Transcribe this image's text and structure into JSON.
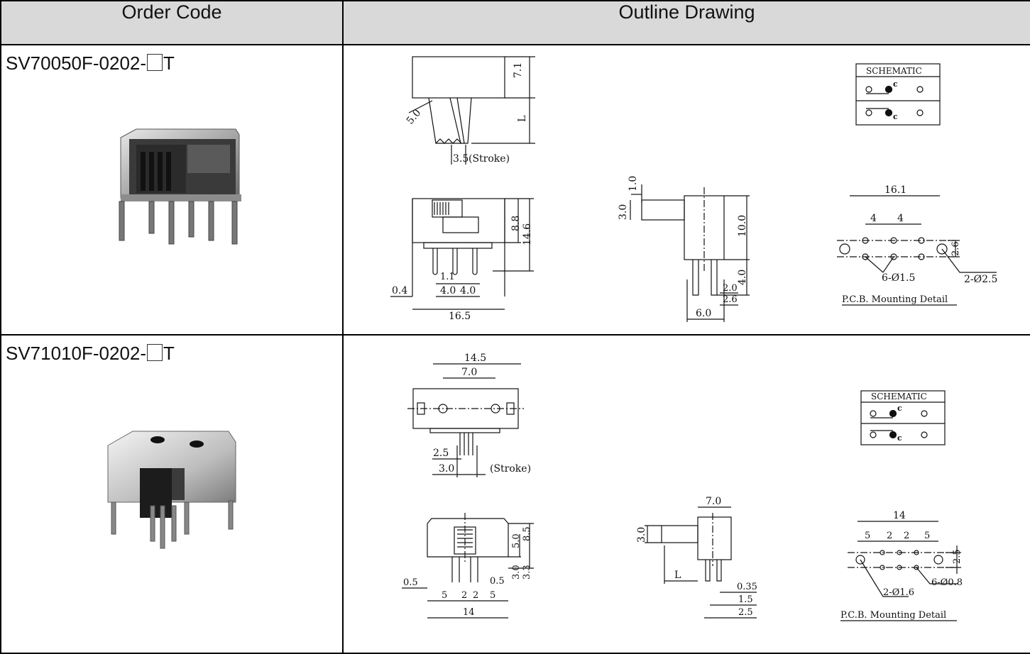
{
  "table": {
    "headers": [
      "Order Code",
      "Outline Drawing"
    ],
    "rows": [
      {
        "code_prefix": "SV70050F-0202-",
        "code_suffix": "T",
        "drawing": {
          "top_dims": {
            "height": "7.1",
            "length": "L",
            "angle": "5.0",
            "stroke_value": "3.5",
            "stroke_label": "(Stroke)"
          },
          "schematic_title": "SCHEMATIC",
          "schematic_c1": "c",
          "schematic_c2": "c",
          "front_dims": {
            "h1": "8.8",
            "h2": "14.6",
            "pitch_small": "1.1",
            "pitch_a": "4.0",
            "pitch_b": "4.0",
            "offset": "0.4",
            "width": "16.5"
          },
          "side_dims": {
            "top": "1.0",
            "act": "3.0",
            "body": "10.0",
            "pin": "4.0",
            "w1": "2.0",
            "w2": "2.6",
            "w3": "6.0"
          },
          "pcb_dims": {
            "overall": "16.1",
            "p1": "4",
            "p2": "4",
            "row": "2.6",
            "holes_small": "6-Ø1.5",
            "holes_large": "2-Ø2.5"
          },
          "pcb_caption": "P.C.B. Mounting Detail"
        }
      },
      {
        "code_prefix": "SV71010F-0202-",
        "code_suffix": "T",
        "drawing": {
          "top_dims": {
            "overall": "14.5",
            "holes": "7.0",
            "d1": "2.5",
            "d2": "3.0",
            "stroke_label": "(Stroke)"
          },
          "schematic_title": "SCHEMATIC",
          "schematic_c1": "c",
          "schematic_c2": "c",
          "front_dims": {
            "h1": "5.0",
            "h2": "8.5",
            "h3": "3.0",
            "h4": "3.3",
            "off_l": "0.5",
            "off_r": "0.5",
            "p1": "5",
            "p2": "2",
            "p3": "2",
            "p4": "5",
            "width": "14"
          },
          "side_dims": {
            "top": "7.0",
            "act": "3.0",
            "length": "L",
            "w1": "0.35",
            "w2": "1.5",
            "w3": "2.5"
          },
          "pcb_dims": {
            "overall": "14",
            "p1": "5",
            "p2": "2",
            "p3": "2",
            "p4": "5",
            "row": "2.5",
            "holes_small": "6-Ø0.8",
            "holes_large": "2-Ø1.6"
          },
          "pcb_caption": "P.C.B. Mounting Detail"
        }
      }
    ]
  }
}
